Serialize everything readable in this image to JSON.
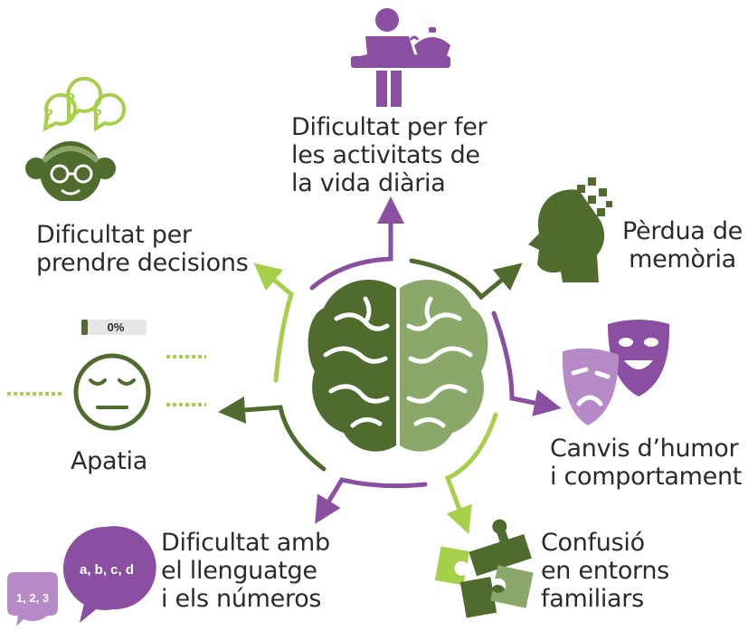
{
  "colors": {
    "dark_green": "#4f6b2e",
    "mid_green": "#8aa86a",
    "light_green": "#a6cf4a",
    "purple": "#8a4fa0",
    "light_purple": "#b58ac6",
    "text": "#2b2b2b"
  },
  "center": {
    "icon": "brain-icon"
  },
  "items": [
    {
      "id": "daily-life",
      "icon": "person-cooking-icon",
      "lines": [
        "Dificultat per fer",
        "les activitats de",
        "la vida diària"
      ]
    },
    {
      "id": "memory",
      "icon": "head-memory-loss-icon",
      "lines": [
        "Pèrdua de",
        "memòria"
      ]
    },
    {
      "id": "mood",
      "icon": "theater-masks-icon",
      "lines": [
        "Canvis d’humor",
        "i comportament"
      ]
    },
    {
      "id": "confusion",
      "icon": "puzzle-pieces-icon",
      "lines": [
        "Confusió",
        "en entorns",
        "familiars"
      ]
    },
    {
      "id": "language",
      "icon": "speech-bubbles-icon",
      "lines": [
        "Dificultat amb",
        "el llenguatge",
        "i els números"
      ],
      "bubble_large": "a, b, c, d",
      "bubble_small": "1, 2, 3"
    },
    {
      "id": "apathy",
      "icon": "neutral-face-icon",
      "lines": [
        "Apatia"
      ],
      "battery": "0%"
    },
    {
      "id": "decisions",
      "icon": "confused-elder-icon",
      "lines": [
        "Dificultat per",
        "prendre decisions"
      ]
    }
  ]
}
